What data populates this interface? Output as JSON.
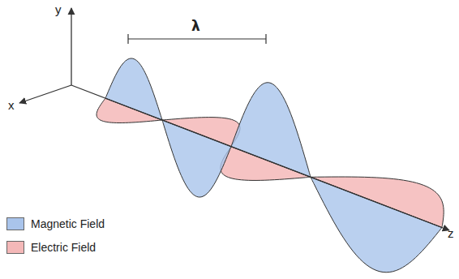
{
  "diagram": {
    "labels": [
      "y",
      "x",
      "λ",
      "z"
    ],
    "legend": [
      {
        "text": "Magnetic Field",
        "color": "#a9c4eb"
      },
      {
        "text": "Electric Field",
        "color": "#f4b8b8"
      }
    ]
  }
}
